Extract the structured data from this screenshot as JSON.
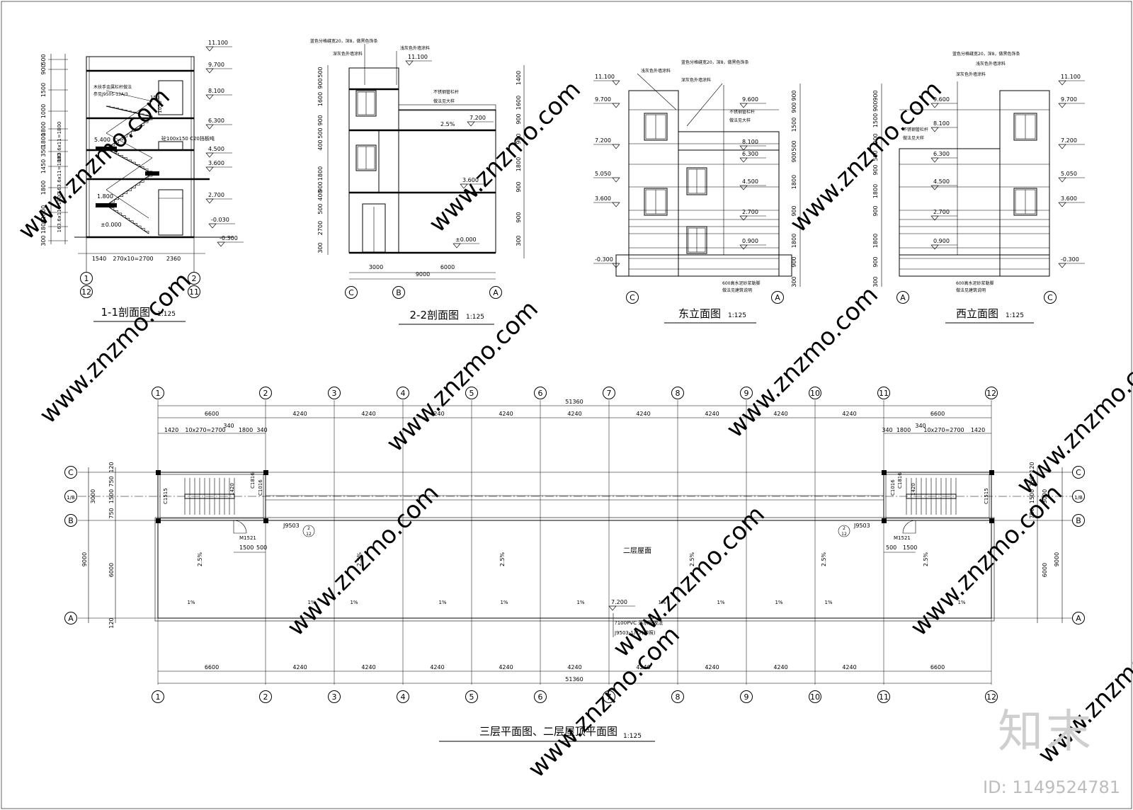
{
  "watermark": {
    "site": "www.znzmo.com",
    "brand": "知末",
    "id_label": "ID: 1149524781"
  },
  "views": {
    "s11": {
      "title": "1-1剖面图",
      "scale": "1:125"
    },
    "s22": {
      "title": "2-2剖面图",
      "scale": "1:125"
    },
    "east": {
      "title": "东立面图",
      "scale": "1:125"
    },
    "west": {
      "title": "西立面图",
      "scale": "1:125"
    },
    "plan": {
      "title": "三层平面图、二层屋顶平面图",
      "scale": "1:125"
    }
  },
  "s11": {
    "elev": [
      "11.100",
      "9.700",
      "8.100",
      "6.300",
      "4.500",
      "3.600",
      "2.700",
      "-0.030",
      "-0.300"
    ],
    "levels_in": [
      "5.400",
      "1.800",
      "±0.000"
    ],
    "left_dims": [
      "500",
      "900",
      "1500",
      "1000",
      "1800",
      "1800",
      "350",
      "1450",
      "1800",
      "1800",
      "1800",
      "300"
    ],
    "stair_dims": [
      "163.6x11=1800",
      "163.6x11=1800",
      "163.6x11=1800"
    ],
    "notes": [
      "木扶手金属栏杆做法",
      "参见J9505-13A/3",
      "150",
      "1050",
      "砼100x150 C20挡板吨"
    ],
    "bottom_dims": [
      "1540",
      "270x10=2700",
      "2360"
    ],
    "axes": [
      "1",
      "12",
      "2",
      "11"
    ]
  },
  "s22": {
    "top_notes": [
      "蓝色分格缝宽20，深8，做黑色饰条",
      "浅灰色外墙涂料",
      "深灰色外墙涂料"
    ],
    "elev": [
      "11.100",
      "7.200",
      "3.600",
      "±0.000"
    ],
    "slope": "2.5%",
    "rail": [
      "不锈钢管栏杆",
      "做法见大样"
    ],
    "left_dims": [
      "500",
      "900",
      "1600",
      "900",
      "500",
      "400",
      "1800",
      "900",
      "400",
      "500",
      "2700",
      "300"
    ],
    "right_dims": [
      "1400",
      "1600",
      "900",
      "900",
      "1800",
      "900",
      "900",
      "300"
    ],
    "bottom_dims": [
      "3000",
      "6000",
      "9000"
    ],
    "axes": [
      "C",
      "B",
      "A"
    ]
  },
  "east": {
    "notes": [
      "蓝色分格缝宽20，深8，做黑色饰条",
      "浅灰色外墙涂料",
      "深灰色外墙涂料",
      "不锈钢管栏杆",
      "做法见大样"
    ],
    "elev_left": [
      "11.100",
      "9.700",
      "7.200",
      "5.050",
      "3.600",
      "-0.300"
    ],
    "elev_mid": [
      "9.600",
      "8.100",
      "6.300",
      "4.500",
      "2.700",
      "0.900"
    ],
    "right_dims": [
      "900",
      "900",
      "1500",
      "500",
      "900",
      "1800",
      "900",
      "1800",
      "900",
      "300"
    ],
    "base_note": [
      "600高水泥砂浆勒脚",
      "做法见建筑说明"
    ],
    "axes": [
      "C",
      "A"
    ]
  },
  "west": {
    "notes": [
      "蓝色分格缝宽20，深8，做黑色饰条",
      "浅灰色外墙涂料",
      "深灰色外墙涂料",
      "不锈钢管栏杆",
      "做法见大样"
    ],
    "elev_right": [
      "11.100",
      "9.700",
      "7.200",
      "5.050",
      "3.600",
      "-0.300"
    ],
    "elev_mid": [
      "9.600",
      "8.100",
      "6.300",
      "4.500",
      "2.700",
      "0.900"
    ],
    "left_dims": [
      "900",
      "900",
      "1500",
      "900",
      "500",
      "900",
      "1800",
      "900",
      "1800",
      "900",
      "300"
    ],
    "base_note": [
      "600高水泥砂浆勒脚",
      "做法见建筑说明"
    ],
    "axes": [
      "A",
      "C"
    ]
  },
  "plan": {
    "axes_num": [
      "1",
      "2",
      "3",
      "4",
      "5",
      "6",
      "7",
      "8",
      "9",
      "10",
      "11",
      "12"
    ],
    "axes_let": [
      "C",
      "1/B",
      "B",
      "A"
    ],
    "total": "51360",
    "spans": [
      "6600",
      "4240",
      "4240",
      "4240",
      "4240",
      "4240",
      "4240",
      "4240",
      "4240",
      "4240",
      "6600"
    ],
    "stair_dims_left": [
      "1420",
      "10x270=2700",
      "340",
      "1800",
      "340"
    ],
    "stair_dims_right": [
      "340",
      "1800",
      "340",
      "10x270=2700",
      "1420"
    ],
    "left_dims": [
      "120",
      "750",
      "3000",
      "1500",
      "750",
      "9000",
      "6000",
      "120"
    ],
    "right_dims": [
      "120",
      "750",
      "1500",
      "3000",
      "750",
      "9000",
      "6000"
    ],
    "doors": [
      "M1521",
      "C1816",
      "C1016",
      "C1515",
      "1420",
      "1420",
      "1500",
      "500"
    ],
    "detail_ref": "J9503",
    "detail_idx": [
      "2",
      "12"
    ],
    "roof_label": "二层屋面",
    "slope_big": "2.5%",
    "slope_small": "1%",
    "roof_elev": "7.200",
    "drain": [
      "?100PVC 落水管做法",
      "J9503-1/47(参照)"
    ]
  }
}
